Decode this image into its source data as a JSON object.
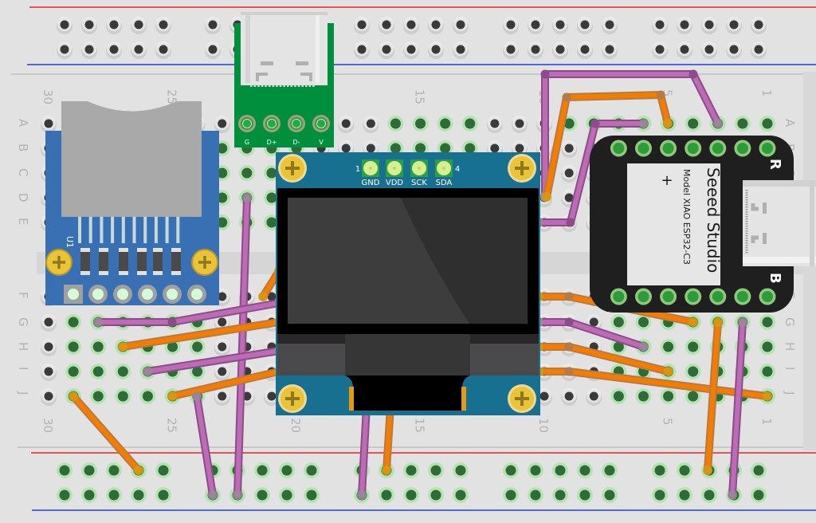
{
  "title": "Breadboard wiring: SD card module, OLED display, USB-C breakout and Seeed Studio XIAO ESP32-C3",
  "breadboard": {
    "column_labels": [
      "30",
      "25",
      "20",
      "15",
      "10",
      "5",
      "1"
    ],
    "row_labels_top": [
      "A",
      "B",
      "C",
      "D",
      "E"
    ],
    "row_labels_bottom": [
      "F",
      "G",
      "H",
      "I",
      "J"
    ],
    "rail_colors": {
      "positive": "#e8261f",
      "negative": "#1f3ddb"
    }
  },
  "usb_c_breakout": {
    "pins": [
      "G",
      "D+",
      "D-",
      "V"
    ],
    "board_color": "#008f3c"
  },
  "oled_display": {
    "pin_numbers": {
      "first": "1",
      "last": "4"
    },
    "pins": [
      "GND",
      "VDD",
      "SCK",
      "SDA"
    ],
    "board_color": "#17708f"
  },
  "sd_card_module": {
    "silk_label": "U1",
    "board_color": "#3870b3",
    "pin_count": 6
  },
  "xiao": {
    "brand": "Seeed Studio",
    "model": "Model XIAO ESP32-C3",
    "button_r": "R",
    "button_b": "B",
    "plus_mark": "+"
  },
  "wire_colors": {
    "purple": "#bb6cb3",
    "orange": "#f47c00"
  }
}
